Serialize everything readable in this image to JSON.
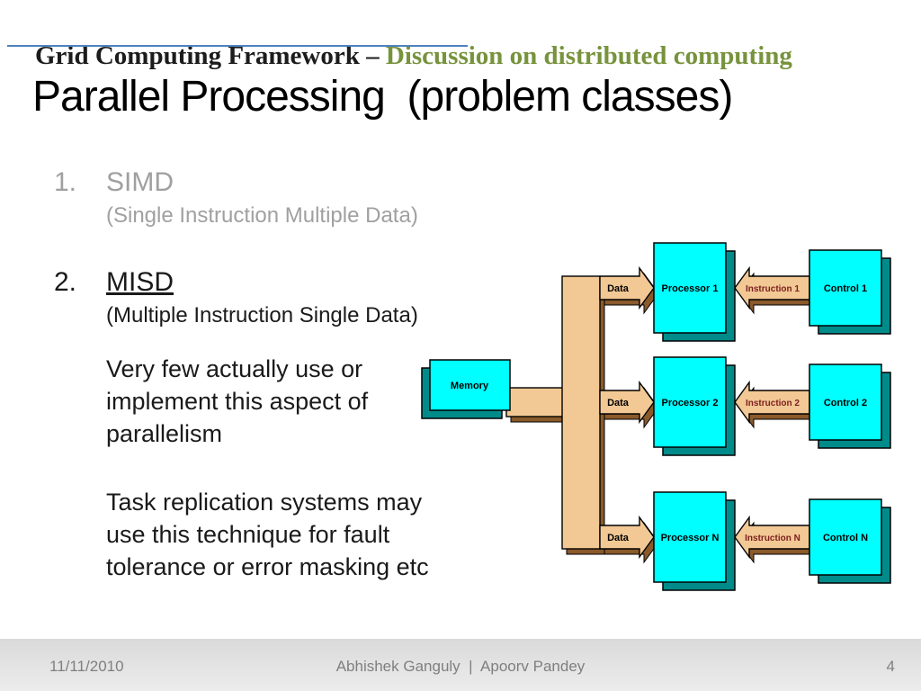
{
  "header": {
    "title_dark": "Grid Computing Framework – ",
    "title_green": "Discussion on distributed computing"
  },
  "slide": {
    "title": "Parallel Processing  (problem classes)"
  },
  "list": {
    "item1": {
      "number": "1.",
      "term": "SIMD",
      "definition": "(Single Instruction Multiple Data)"
    },
    "item2": {
      "number": "2.",
      "term": "MISD",
      "definition": "(Multiple Instruction Single Data)",
      "para1": "Very few actually use or\nimplement this aspect of\nparallelism",
      "para2": "Task replication systems may\nuse this technique for fault\ntolerance or error masking etc"
    }
  },
  "diagram": {
    "memory_label": "Memory",
    "rows": [
      {
        "data_label": "Data",
        "processor": "Processor 1",
        "instruction": "Instruction 1",
        "control": "Control 1"
      },
      {
        "data_label": "Data",
        "processor": "Processor 2",
        "instruction": "Instruction 2",
        "control": "Control 2"
      },
      {
        "data_label": "Data",
        "processor": "Processor N",
        "instruction": "Instruction N",
        "control": "Control N"
      }
    ]
  },
  "footer": {
    "date": "11/11/2010",
    "authors": "Abhishek Ganguly  |  Apoorv Pandey",
    "page_number": "4"
  },
  "colors": {
    "box_cyan": "#00FFFF",
    "box_shadow_teal": "#008B8B",
    "connector_tan": "#F2C894",
    "connector_shadow_brown": "#8A5A2B",
    "header_green": "#77933C",
    "underline_blue": "#4F81BD",
    "muted_gray": "#A0A0A0",
    "instruction_red": "#7B1F1F"
  }
}
